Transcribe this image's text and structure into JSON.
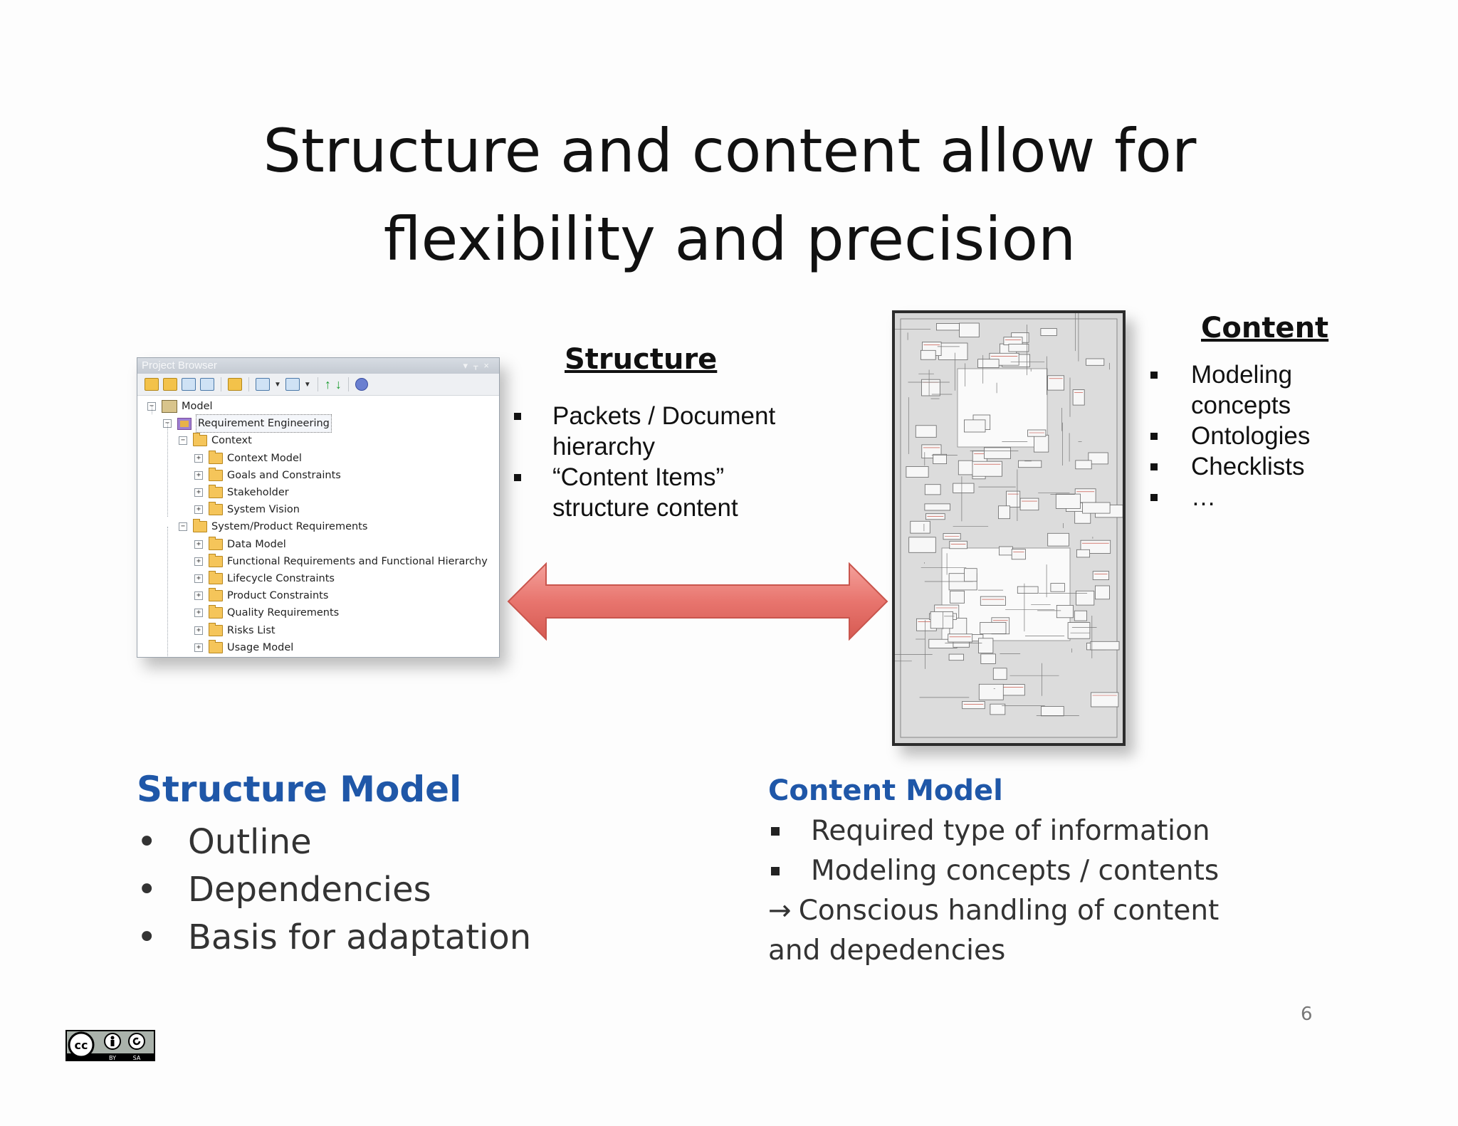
{
  "slide": {
    "title_line1": "Structure and content allow for",
    "title_line2": "flexibility and precision",
    "page_number": "6"
  },
  "project_browser": {
    "title": "Project Browser",
    "tree": [
      {
        "label": "Model",
        "depth": 0,
        "icon": "model-icon",
        "expander": "−"
      },
      {
        "label": "Requirement Engineering",
        "depth": 1,
        "icon": "package-icon",
        "expander": "−",
        "selected": true
      },
      {
        "label": "Context",
        "depth": 2,
        "icon": "folder-icon",
        "expander": "−"
      },
      {
        "label": "Context Model",
        "depth": 3,
        "icon": "folder-icon",
        "expander": "+"
      },
      {
        "label": "Goals and Constraints",
        "depth": 3,
        "icon": "folder-icon",
        "expander": "+"
      },
      {
        "label": "Stakeholder",
        "depth": 3,
        "icon": "folder-icon",
        "expander": "+"
      },
      {
        "label": "System Vision",
        "depth": 3,
        "icon": "folder-icon",
        "expander": "+"
      },
      {
        "label": "System/Product Requirements",
        "depth": 2,
        "icon": "folder-icon",
        "expander": "−"
      },
      {
        "label": "Data Model",
        "depth": 3,
        "icon": "folder-icon",
        "expander": "+"
      },
      {
        "label": "Functional Requirements and Functional Hierarchy",
        "depth": 3,
        "icon": "folder-icon",
        "expander": "+"
      },
      {
        "label": "Lifecycle Constraints",
        "depth": 3,
        "icon": "folder-icon",
        "expander": "+"
      },
      {
        "label": "Product Constraints",
        "depth": 3,
        "icon": "folder-icon",
        "expander": "+"
      },
      {
        "label": "Quality Requirements",
        "depth": 3,
        "icon": "folder-icon",
        "expander": "+"
      },
      {
        "label": "Risks List",
        "depth": 3,
        "icon": "folder-icon",
        "expander": "+"
      },
      {
        "label": "Usage Model",
        "depth": 3,
        "icon": "folder-icon",
        "expander": "+"
      }
    ]
  },
  "structure": {
    "heading": "Structure",
    "bullets": [
      {
        "line1": "Packets / Document",
        "line2": "hierarchy"
      },
      {
        "line1": "“Content Items”",
        "line2": "structure content"
      }
    ]
  },
  "content": {
    "heading": "Content",
    "bullets": [
      {
        "line1": "Modeling",
        "line2": "concepts"
      },
      {
        "line1": "Ontologies",
        "line2": ""
      },
      {
        "line1": "Checklists",
        "line2": ""
      },
      {
        "line1": "…",
        "line2": ""
      }
    ]
  },
  "structure_model": {
    "title": "Structure Model",
    "items": [
      "Outline",
      "Dependencies",
      "Basis for adaptation"
    ]
  },
  "content_model": {
    "title": "Content Model",
    "items": [
      "Required type of information",
      "Modeling concepts / contents"
    ],
    "conclusion_line1": "Conscious handling of content",
    "conclusion_line2": "and depedencies",
    "conclusion_arrow": "→"
  },
  "license_badge": {
    "cc": "cc",
    "by": "BY",
    "sa": "SA"
  },
  "colors": {
    "accent_blue": "#1f57a8",
    "arrow_red": "#e8756e"
  }
}
